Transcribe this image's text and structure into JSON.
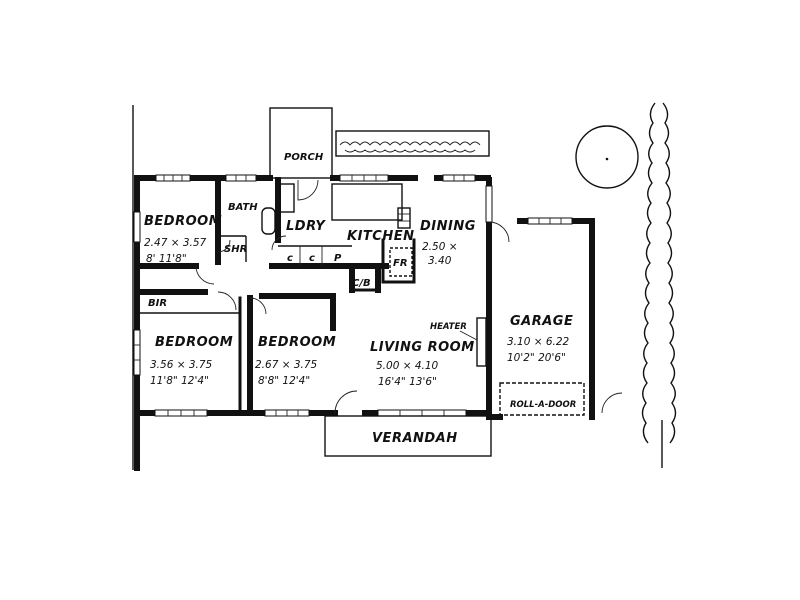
{
  "rooms": {
    "porch": {
      "name": "PORCH"
    },
    "bedroom1": {
      "name": "BEDROOM",
      "dim_metric": "2.47 × 3.57",
      "dim_imperial": "8'   11'8\""
    },
    "bath": {
      "name": "BATH"
    },
    "shr": {
      "name": "SHR"
    },
    "ldry": {
      "name": "LDRY"
    },
    "kitchen": {
      "name": "KITCHEN"
    },
    "fr": {
      "name": "FR"
    },
    "dining": {
      "name": "DINING",
      "dim_metric_a": "2.50 ×",
      "dim_metric_b": "3.40"
    },
    "cb": {
      "name": "C/B"
    },
    "bir": {
      "name": "BIR"
    },
    "bedroom2": {
      "name": "BEDROOM",
      "dim_metric": "3.56 × 3.75",
      "dim_imperial": "11'8\"   12'4\""
    },
    "bedroom3": {
      "name": "BEDROOM",
      "dim_metric": "2.67 × 3.75",
      "dim_imperial": "8'8\"   12'4\""
    },
    "living": {
      "name": "LIVING ROOM",
      "dim_metric": "5.00 × 4.10",
      "dim_imperial": "16'4\"   13'6\""
    },
    "heater": {
      "name": "HEATER"
    },
    "garage": {
      "name": "GARAGE",
      "dim_metric": "3.10 × 6.22",
      "dim_imperial": "10'2\"  20'6\""
    },
    "roll_door": {
      "name": "ROLL-A-DOOR"
    },
    "verandah": {
      "name": "VERANDAH"
    }
  },
  "colors": {
    "ink": "#111111",
    "paper": "#ffffff"
  }
}
